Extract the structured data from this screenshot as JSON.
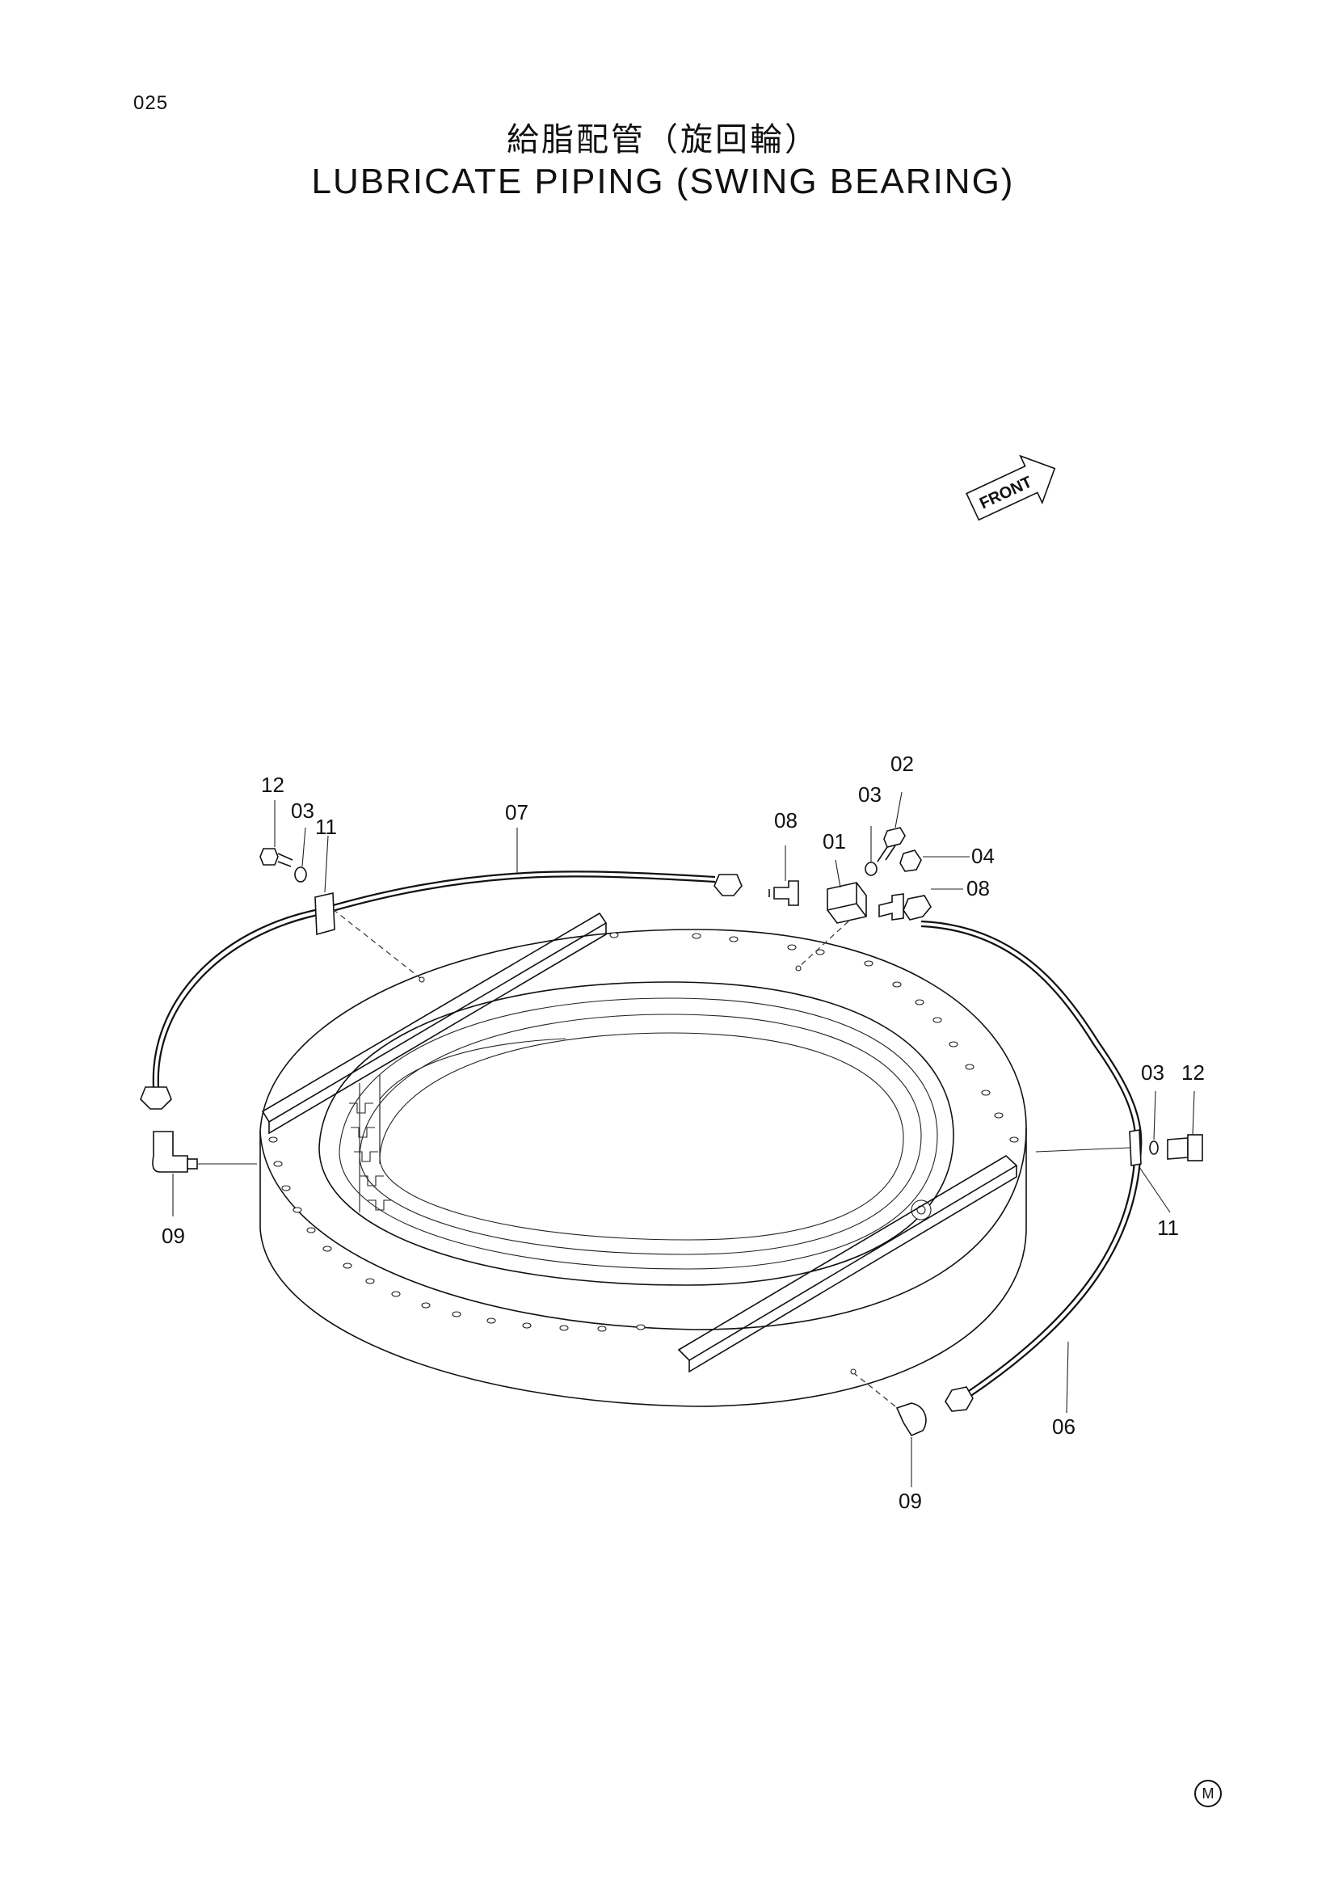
{
  "page_number": "025",
  "title_jp": "給脂配管（旋回輪）",
  "title_en": "LUBRICATE PIPING (SWING BEARING)",
  "front_label": "FRONT",
  "corner_mark": "M",
  "callouts": {
    "c12_left": "12",
    "c03_left": "03",
    "c11_left": "11",
    "c07": "07",
    "c08_top": "08",
    "c01": "01",
    "c03_top": "03",
    "c02": "02",
    "c04": "04",
    "c08_right": "08",
    "c03_right": "03",
    "c12_right": "12",
    "c11_right": "11",
    "c09_left": "09",
    "c09_bottom": "09",
    "c06": "06"
  }
}
